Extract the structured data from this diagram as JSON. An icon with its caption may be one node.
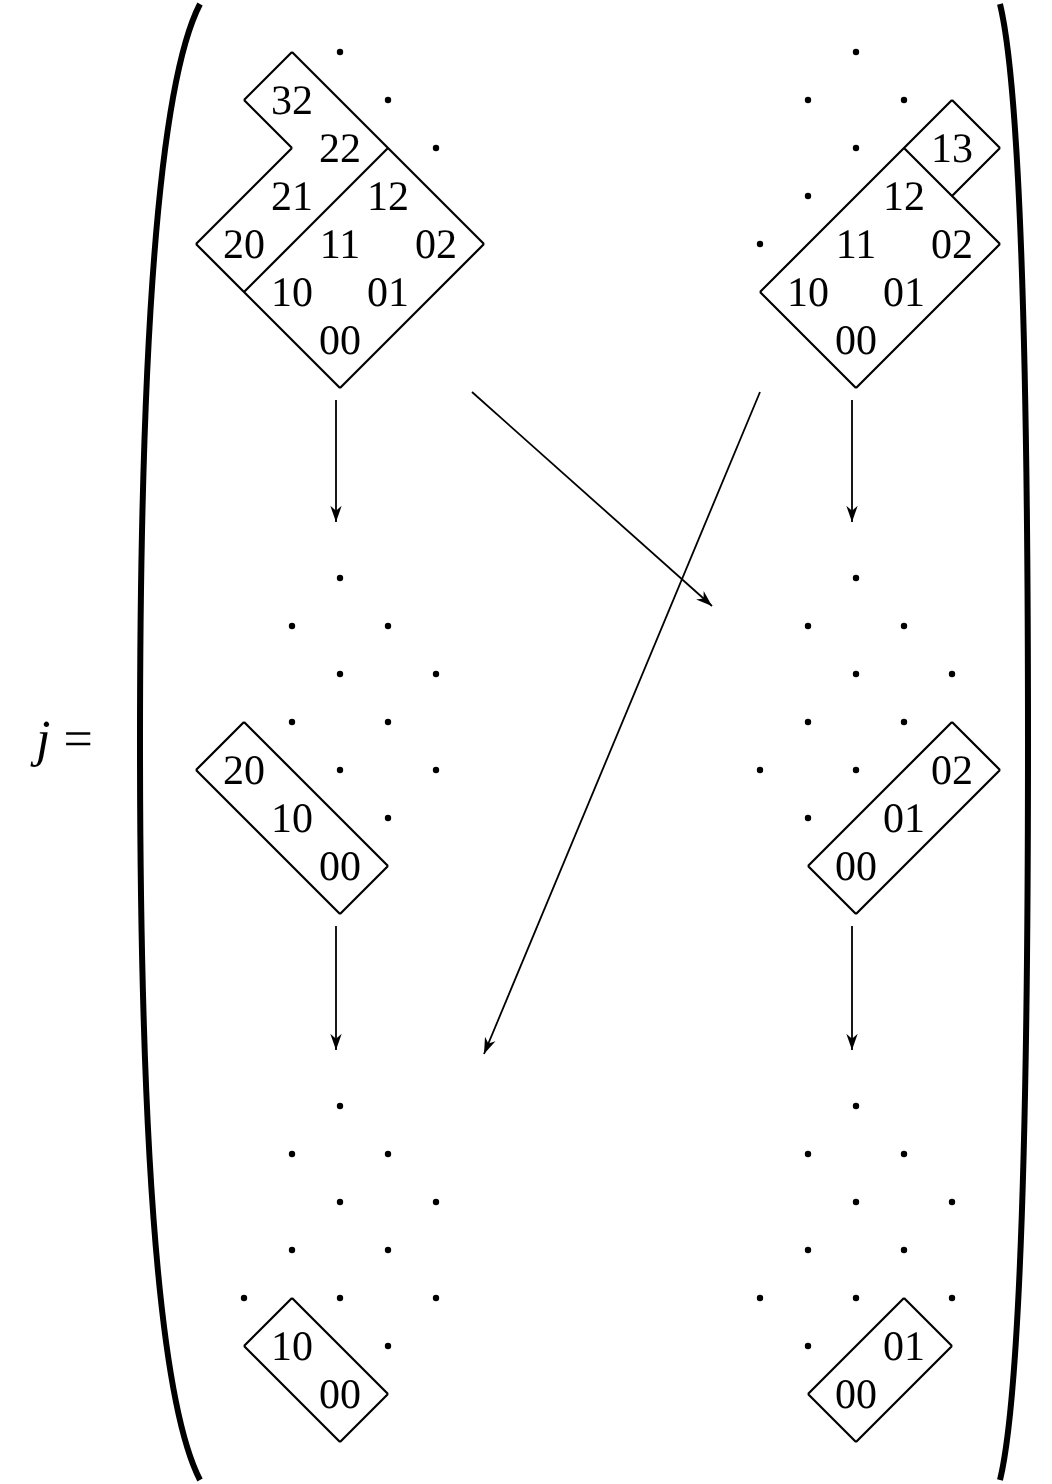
{
  "diagram": {
    "nodes": [
      {
        "text": [
          "32",
          "22",
          "21",
          "12",
          "20",
          "11",
          "02",
          "10",
          "01",
          "00"
        ]
      },
      {
        "text": [
          "13",
          "12",
          "11",
          "02",
          "10",
          "01",
          "00"
        ]
      },
      {
        "text": [
          "20",
          "10",
          "00"
        ]
      },
      {
        "text": [
          "02",
          "01",
          "00"
        ]
      },
      {
        "text": [
          "10",
          "00"
        ]
      },
      {
        "text": [
          "01",
          "00"
        ]
      }
    ],
    "edges": [
      {
        "from": 0,
        "to": 2,
        "arrow": "to"
      },
      {
        "from": 1,
        "to": 3,
        "arrow": "to"
      },
      {
        "from": 0,
        "to": 3,
        "arrow": "to"
      },
      {
        "from": 1,
        "to": 4,
        "arrow": "to"
      },
      {
        "from": 2,
        "to": 4,
        "arrow": "to"
      },
      {
        "from": 3,
        "to": 5,
        "arrow": "to"
      }
    ],
    "labels": [
      "*j* ="
    ]
  }
}
